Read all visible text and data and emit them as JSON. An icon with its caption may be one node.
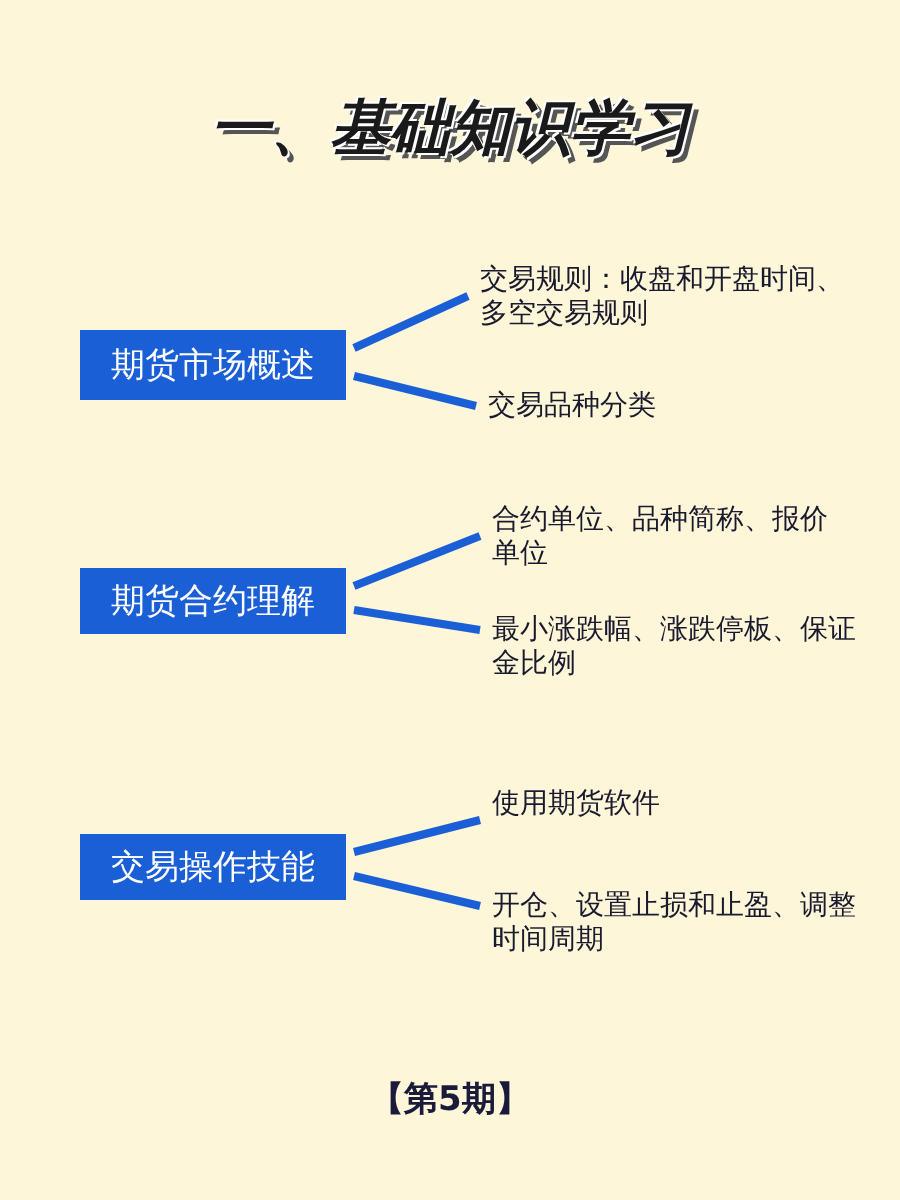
{
  "diagram": {
    "title": "一、基础知识学习",
    "nodes": [
      {
        "text": [
          "期货市场概述"
        ]
      },
      {
        "text": [
          "交易规则：收盘和开盘时间、多空交易规则"
        ]
      },
      {
        "text": [
          "交易品种分类"
        ]
      },
      {
        "text": [
          "期货合约理解"
        ]
      },
      {
        "text": [
          "合约单位、品种简称、报价单位"
        ]
      },
      {
        "text": [
          "最小涨跌幅、涨跌停板、保证金比例"
        ]
      },
      {
        "text": [
          "交易操作技能"
        ]
      },
      {
        "text": [
          "使用期货软件"
        ]
      },
      {
        "text": [
          "开仓、设置止损和止盈、调整时间周期"
        ]
      }
    ],
    "edges": [
      {
        "from": 0,
        "to": 1,
        "arrow": "none"
      },
      {
        "from": 0,
        "to": 2,
        "arrow": "none"
      },
      {
        "from": 3,
        "to": 4,
        "arrow": "none"
      },
      {
        "from": 3,
        "to": 5,
        "arrow": "none"
      },
      {
        "from": 6,
        "to": 7,
        "arrow": "none"
      },
      {
        "from": 6,
        "to": 8,
        "arrow": "none"
      }
    ],
    "labels": [
      "【第5期】"
    ]
  }
}
